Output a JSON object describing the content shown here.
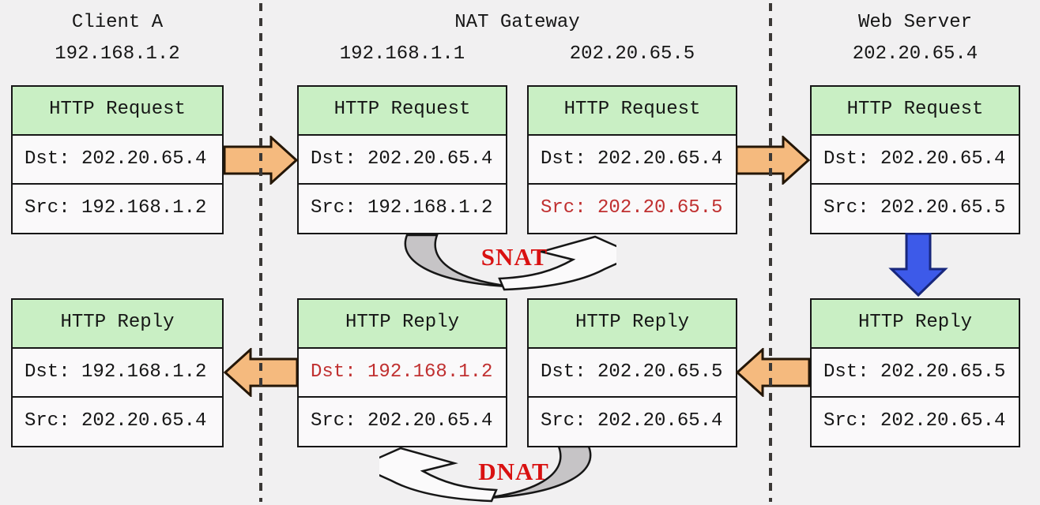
{
  "colors": {
    "bg": "#f1f0f1",
    "ink": "#161616",
    "row": "#faf9fa",
    "green": "#c9efc4",
    "dash": "#3b3836",
    "orange": "#f5ba7e",
    "orange-stroke": "#241607",
    "blue": "#3d5ae9",
    "blue-stroke": "#18277c",
    "swoosh-gray": "#c6c4c6",
    "swoosh-white": "#fbfafb",
    "field-red": "#c03030",
    "nat-red": "#d91111"
  },
  "hosts": {
    "client": {
      "title": "Client A",
      "ip": "192.168.1.2"
    },
    "nat": {
      "title": "NAT Gateway",
      "ip_internal": "192.168.1.1",
      "ip_external": "202.20.65.5"
    },
    "server": {
      "title": "Web Server",
      "ip": "202.20.65.4"
    }
  },
  "packets": {
    "request_client": {
      "title": "HTTP Request",
      "dst": "Dst: 202.20.65.4",
      "src": "Src: 192.168.1.2"
    },
    "request_nat_internal": {
      "title": "HTTP Request",
      "dst": "Dst: 202.20.65.4",
      "src": "Src: 192.168.1.2"
    },
    "request_nat_external": {
      "title": "HTTP Request",
      "dst": "Dst: 202.20.65.4",
      "src": "Src: 202.20.65.5",
      "src_highlight": "red"
    },
    "request_server": {
      "title": "HTTP Request",
      "dst": "Dst: 202.20.65.4",
      "src": "Src: 202.20.65.5"
    },
    "reply_server": {
      "title": "HTTP Reply",
      "dst": "Dst: 202.20.65.5",
      "src": "Src: 202.20.65.4"
    },
    "reply_nat_external": {
      "title": "HTTP Reply",
      "dst": "Dst: 202.20.65.5",
      "src": "Src: 202.20.65.4"
    },
    "reply_nat_internal": {
      "title": "HTTP Reply",
      "dst": "Dst: 192.168.1.2",
      "src": "Src: 202.20.65.4",
      "dst_highlight": "red"
    },
    "reply_client": {
      "title": "HTTP Reply",
      "dst": "Dst: 192.168.1.2",
      "src": "Src: 202.20.65.4"
    }
  },
  "nat_operations": {
    "snat_label": "SNAT",
    "dnat_label": "DNAT"
  }
}
